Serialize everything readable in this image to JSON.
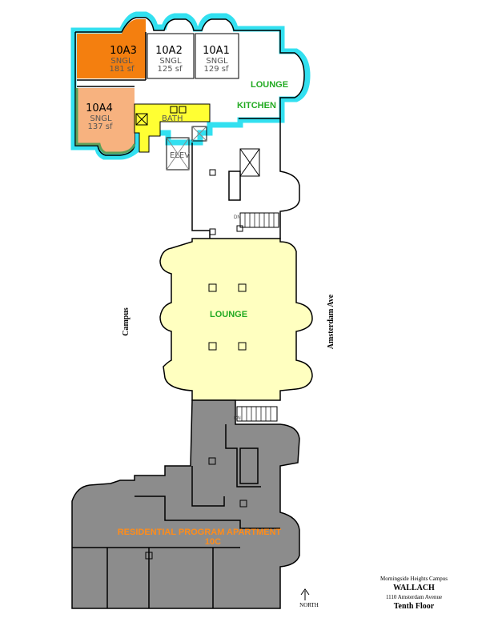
{
  "colors": {
    "single_occupied": "#f47f0f",
    "single_light": "#f7b27f",
    "bath": "#ffff33",
    "lounge": "#ffffc0",
    "apartment": "#8c8c8c",
    "highlight_outline": "#33e0f0",
    "label_green": "#22aa22",
    "label_orange": "#ff8c1a"
  },
  "rooms": [
    {
      "number": "10A3",
      "type": "SNGL",
      "area": "181 sf"
    },
    {
      "number": "10A2",
      "type": "SNGL",
      "area": "125 sf"
    },
    {
      "number": "10A1",
      "type": "SNGL",
      "area": "129 sf"
    },
    {
      "number": "10A4",
      "type": "SNGL",
      "area": "137 sf"
    }
  ],
  "labels": {
    "lounge_top": "LOUNGE",
    "kitchen": "KITCHEN",
    "bath": "BATH",
    "elev": "ELEV",
    "dn1": "DN",
    "dn2": "DN",
    "lounge_main": "LOUNGE",
    "campus": "Campus",
    "amsterdam": "Amsterdam Ave",
    "apartment_line1": "RESIDENTIAL PROGRAM APARTMENT",
    "apartment_line2": "10C",
    "north": "NORTH"
  },
  "title_block": {
    "campus": "Morningside Heights Campus",
    "building": "WALLACH",
    "address": "1110 Amsterdam Avenue",
    "floor": "Tenth Floor"
  }
}
